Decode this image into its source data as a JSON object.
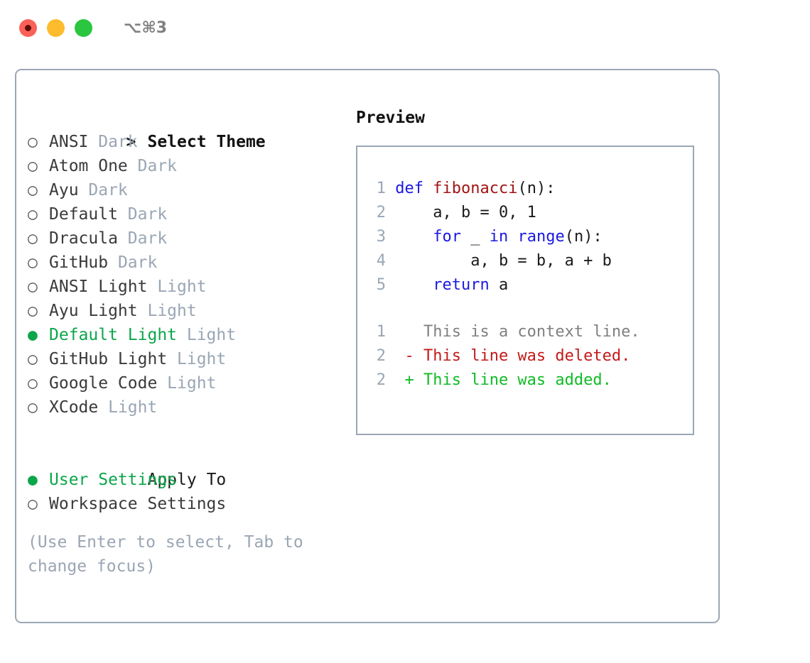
{
  "window": {
    "shortcut": "⌥⌘3",
    "traffic_lights": [
      {
        "name": "close",
        "color": "#fc6158"
      },
      {
        "name": "minimize",
        "color": "#fdbc2e"
      },
      {
        "name": "maximize",
        "color": "#2ac63f"
      }
    ]
  },
  "colors": {
    "accent_green": "#0ca64a",
    "muted": "#9aa6b4",
    "border": "#9ba7b5",
    "keyword_blue": "#1b19e0",
    "function_red": "#a11414",
    "diff_delete": "#c31b1b",
    "diff_add": "#10bb26"
  },
  "theme_picker": {
    "header_marker": ">",
    "header_label": "Select Theme",
    "items": [
      {
        "marker": "○",
        "label": "ANSI",
        "meta": "Dark",
        "selected": false
      },
      {
        "marker": "○",
        "label": "Atom One",
        "meta": "Dark",
        "selected": false
      },
      {
        "marker": "○",
        "label": "Ayu",
        "meta": "Dark",
        "selected": false
      },
      {
        "marker": "○",
        "label": "Default",
        "meta": "Dark",
        "selected": false
      },
      {
        "marker": "○",
        "label": "Dracula",
        "meta": "Dark",
        "selected": false
      },
      {
        "marker": "○",
        "label": "GitHub",
        "meta": "Dark",
        "selected": false
      },
      {
        "marker": "○",
        "label": "ANSI Light",
        "meta": "Light",
        "selected": false
      },
      {
        "marker": "○",
        "label": "Ayu Light",
        "meta": "Light",
        "selected": false
      },
      {
        "marker": "●",
        "label": "Default Light",
        "meta": "Light",
        "selected": true
      },
      {
        "marker": "○",
        "label": "GitHub Light",
        "meta": "Light",
        "selected": false
      },
      {
        "marker": "○",
        "label": "Google Code",
        "meta": "Light",
        "selected": false
      },
      {
        "marker": "○",
        "label": "XCode",
        "meta": "Light",
        "selected": false
      }
    ]
  },
  "apply_to": {
    "group_label": "Apply To",
    "options": [
      {
        "marker": "●",
        "label": "User Settings",
        "selected": true
      },
      {
        "marker": "○",
        "label": "Workspace Settings",
        "selected": false
      }
    ]
  },
  "hint": "(Use Enter to select, Tab to change focus)",
  "preview": {
    "heading": "Preview",
    "code_lines": [
      {
        "num": "1",
        "tokens": [
          {
            "text": "def ",
            "type": "kw"
          },
          {
            "text": "fibonacci",
            "type": "fn"
          },
          {
            "text": "(n):",
            "type": "plain"
          }
        ]
      },
      {
        "num": "2",
        "tokens": [
          {
            "text": "    a, b = 0, 1",
            "type": "plain"
          }
        ]
      },
      {
        "num": "3",
        "tokens": [
          {
            "text": "    ",
            "type": "plain"
          },
          {
            "text": "for",
            "type": "kw"
          },
          {
            "text": " _ ",
            "type": "plain"
          },
          {
            "text": "in",
            "type": "kw"
          },
          {
            "text": " ",
            "type": "plain"
          },
          {
            "text": "range",
            "type": "kw"
          },
          {
            "text": "(n):",
            "type": "plain"
          }
        ]
      },
      {
        "num": "4",
        "tokens": [
          {
            "text": "        a, b = b, a + b",
            "type": "plain"
          }
        ]
      },
      {
        "num": "5",
        "tokens": [
          {
            "text": "    ",
            "type": "plain"
          },
          {
            "text": "return",
            "type": "kw"
          },
          {
            "text": " a",
            "type": "plain"
          }
        ]
      }
    ],
    "diff_lines": [
      {
        "num": "1",
        "sign": " ",
        "text": "This is a context line.",
        "kind": "context"
      },
      {
        "num": "2",
        "sign": "-",
        "text": "This line was deleted.",
        "kind": "delete"
      },
      {
        "num": "2",
        "sign": "+",
        "text": "This line was added.",
        "kind": "add"
      }
    ]
  }
}
